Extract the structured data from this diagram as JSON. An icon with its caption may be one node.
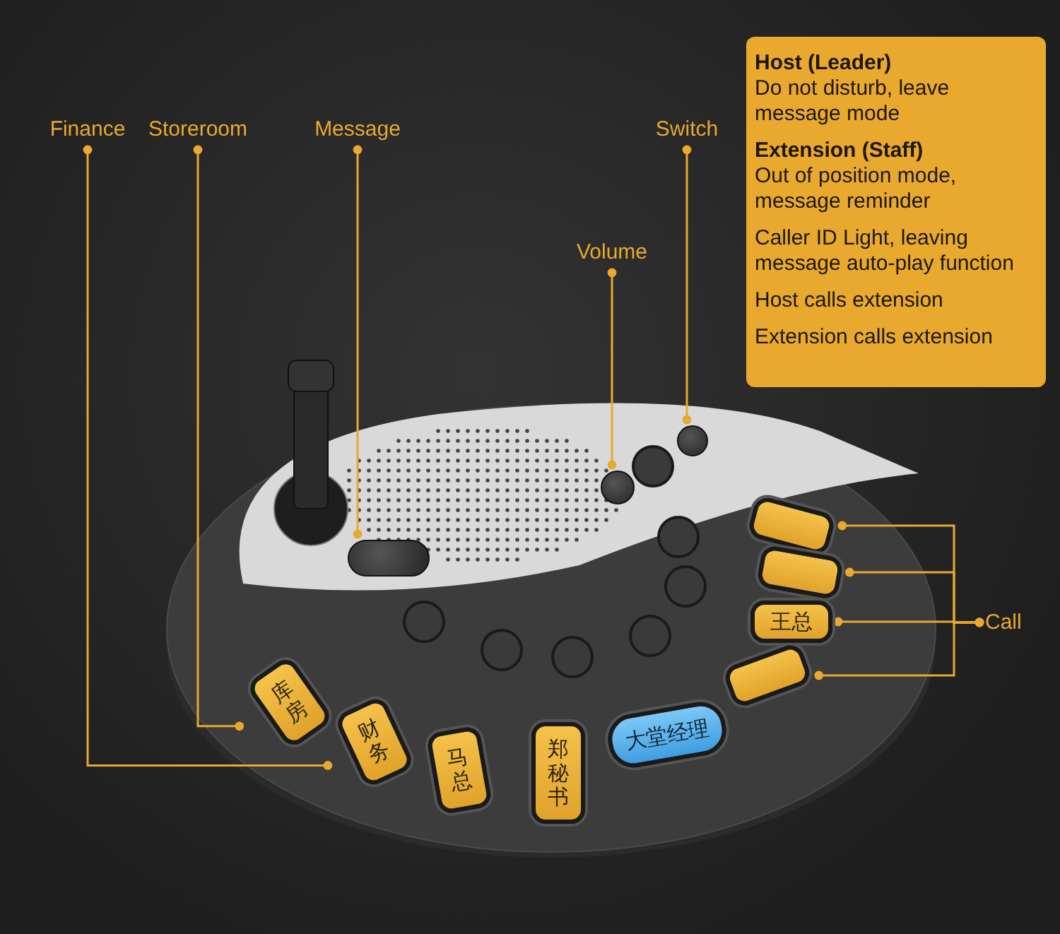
{
  "diagram": {
    "nodes": [
      {
        "text": [
          "Finance"
        ]
      },
      {
        "text": [
          "Storeroom"
        ]
      },
      {
        "text": [
          "Message"
        ]
      },
      {
        "text": [
          "Switch"
        ]
      },
      {
        "text": [
          "Volume"
        ]
      },
      {
        "text": [
          "Call"
        ]
      },
      {
        "text": [
          "Host (Leader)",
          "Do not disturb, leave message mode",
          "Extension (Staff)",
          "Out of position mode, message reminder",
          "Caller ID Light, leaving message auto-play function",
          "Host calls extension",
          "Extension calls extension"
        ]
      },
      {
        "text": [],
        "shape": "picture"
      },
      {
        "text": [
          "库房"
        ],
        "in": 7
      },
      {
        "text": [
          "财务"
        ],
        "in": 7
      },
      {
        "text": [
          "马总"
        ],
        "in": 7
      },
      {
        "text": [
          "郑秘书"
        ],
        "in": 7
      },
      {
        "text": [
          "大堂经理"
        ],
        "in": 7
      },
      {
        "text": [],
        "shape": "box",
        "in": 7
      },
      {
        "text": [],
        "shape": "box",
        "in": 7
      },
      {
        "text": [
          "王总"
        ],
        "in": 7
      },
      {
        "text": [],
        "shape": "box",
        "in": 7
      },
      {
        "text": [],
        "shape": "bar",
        "in": 7
      },
      {
        "text": [],
        "shape": "circle",
        "in": 7
      },
      {
        "text": [],
        "shape": "circle",
        "in": 7
      }
    ],
    "edges": [
      {
        "from": 0,
        "to": 9,
        "arrow": "other"
      },
      {
        "from": 1,
        "to": 8,
        "arrow": "other"
      },
      {
        "from": 2,
        "to": 17,
        "arrow": "other"
      },
      {
        "from": 3,
        "to": 19,
        "arrow": "other"
      },
      {
        "from": 4,
        "to": 18,
        "arrow": "other"
      },
      {
        "from": 5,
        "to": 13,
        "arrow": "other"
      },
      {
        "from": 5,
        "to": 14,
        "arrow": "other"
      },
      {
        "from": 5,
        "to": 15,
        "arrow": "other"
      },
      {
        "from": 5,
        "to": 16,
        "arrow": "other"
      }
    ]
  }
}
